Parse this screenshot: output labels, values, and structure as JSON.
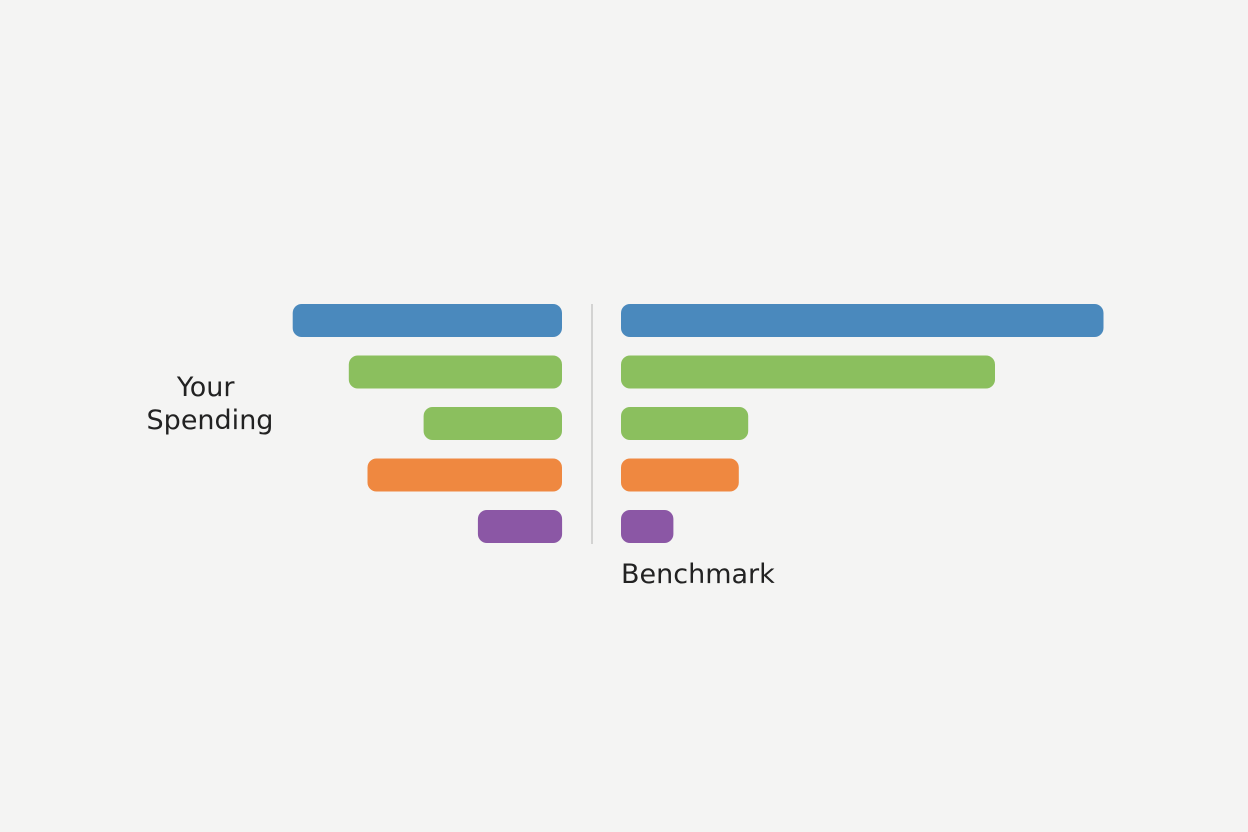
{
  "chart_data": {
    "type": "bar",
    "layout": "back-to-back",
    "series": [
      {
        "name": "Your Spending",
        "side": "left",
        "values": [
          72,
          57,
          37,
          52,
          22.5
        ]
      },
      {
        "name": "Benchmark",
        "side": "right",
        "values": [
          129,
          100,
          34,
          31.5,
          14
        ]
      }
    ],
    "bar_colors": [
      "#4a89bd",
      "#8bbf5e",
      "#8bbf5e",
      "#ef8840",
      "#8b57a5"
    ],
    "axis_color": "#c8c8c8",
    "categories": [],
    "title": "",
    "grid": false
  }
}
